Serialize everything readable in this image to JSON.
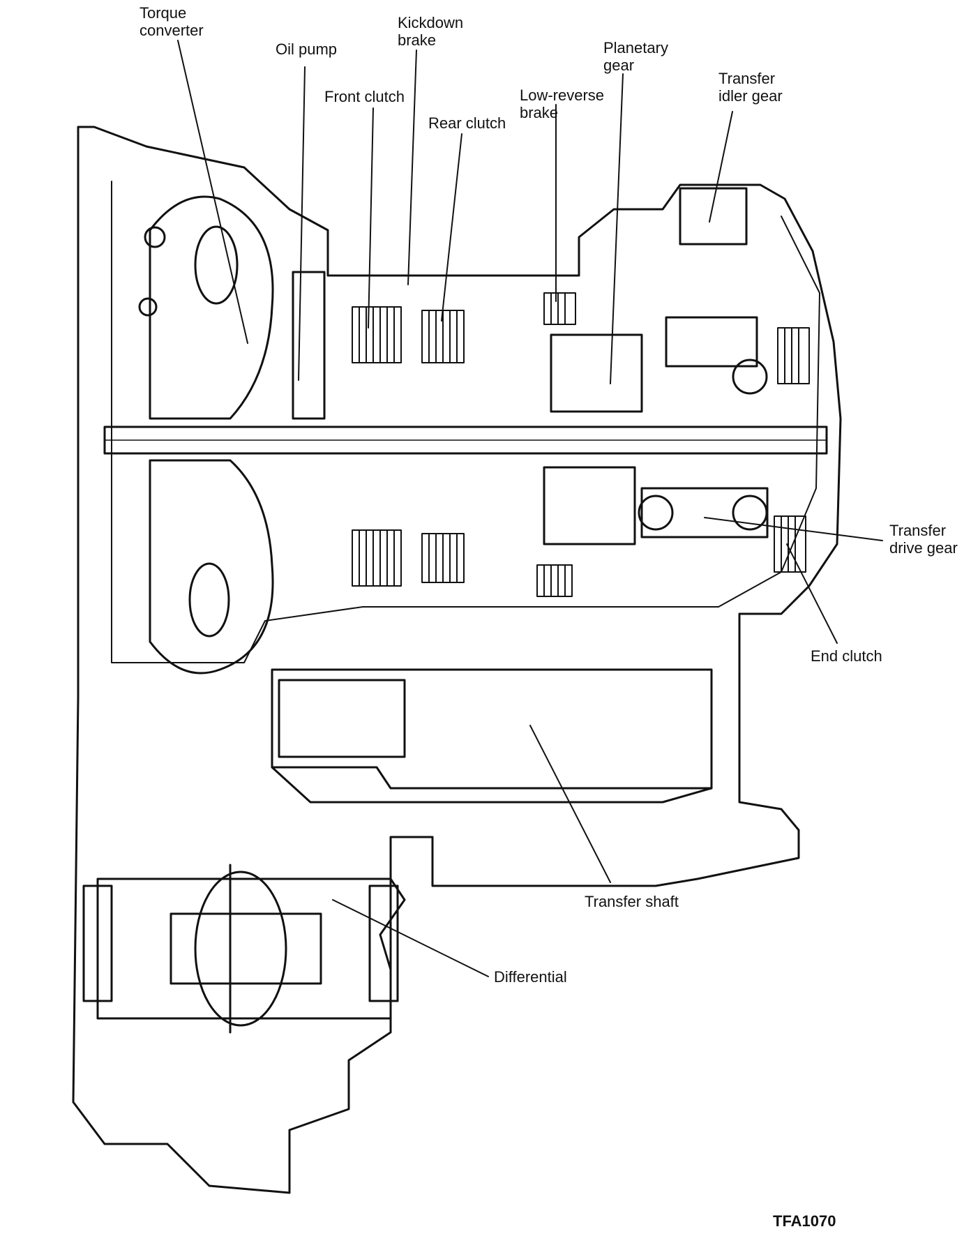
{
  "diagram": {
    "labels": {
      "torque_converter": [
        "Torque",
        "converter"
      ],
      "oil_pump": [
        "Oil pump"
      ],
      "kickdown_brake": [
        "Kickdown",
        "brake"
      ],
      "front_clutch": [
        "Front clutch"
      ],
      "rear_clutch": [
        "Rear clutch"
      ],
      "low_reverse_brake": [
        "Low-reverse",
        "brake"
      ],
      "planetary_gear": [
        "Planetary",
        "gear"
      ],
      "transfer_idler_gear": [
        "Transfer",
        "idler gear"
      ],
      "transfer_drive_gear": [
        "Transfer",
        "drive gear"
      ],
      "end_clutch": [
        "End clutch"
      ],
      "transfer_shaft": [
        "Transfer shaft"
      ],
      "differential": [
        "Differential"
      ]
    },
    "figure_code": "TFA1070"
  }
}
